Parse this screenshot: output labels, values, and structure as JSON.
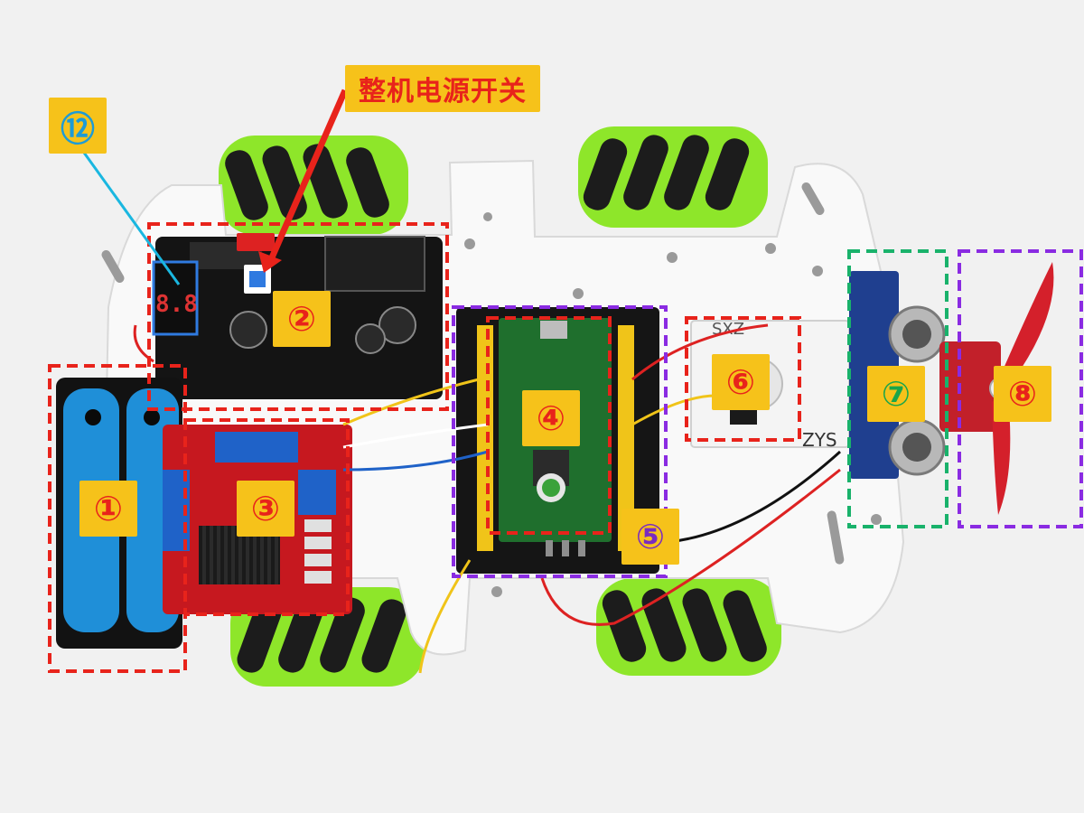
{
  "annotation_title": "整机电源开关",
  "callouts": [
    {
      "id": "label-1",
      "text": "①"
    },
    {
      "id": "label-2",
      "text": "②"
    },
    {
      "id": "label-3",
      "text": "③"
    },
    {
      "id": "label-4",
      "text": "④"
    },
    {
      "id": "label-5",
      "text": "⑤"
    },
    {
      "id": "label-6",
      "text": "⑥"
    },
    {
      "id": "label-7",
      "text": "⑦"
    },
    {
      "id": "label-8",
      "text": "⑧"
    },
    {
      "id": "label-12",
      "text": "⑫"
    }
  ],
  "board_silkscreen": {
    "sensor_board": "ZYS",
    "sensor_board_top": "SXZ"
  },
  "colors": {
    "callout_bg": "#f6c21a",
    "box_red": "#e8231b",
    "box_purple": "#8a2be2",
    "box_green": "#19b26b",
    "arrow_red": "#e8231b",
    "leader_blue": "#1ab7e0",
    "wheel_green": "#8ee62a",
    "chassis": "#f7f7f7"
  }
}
